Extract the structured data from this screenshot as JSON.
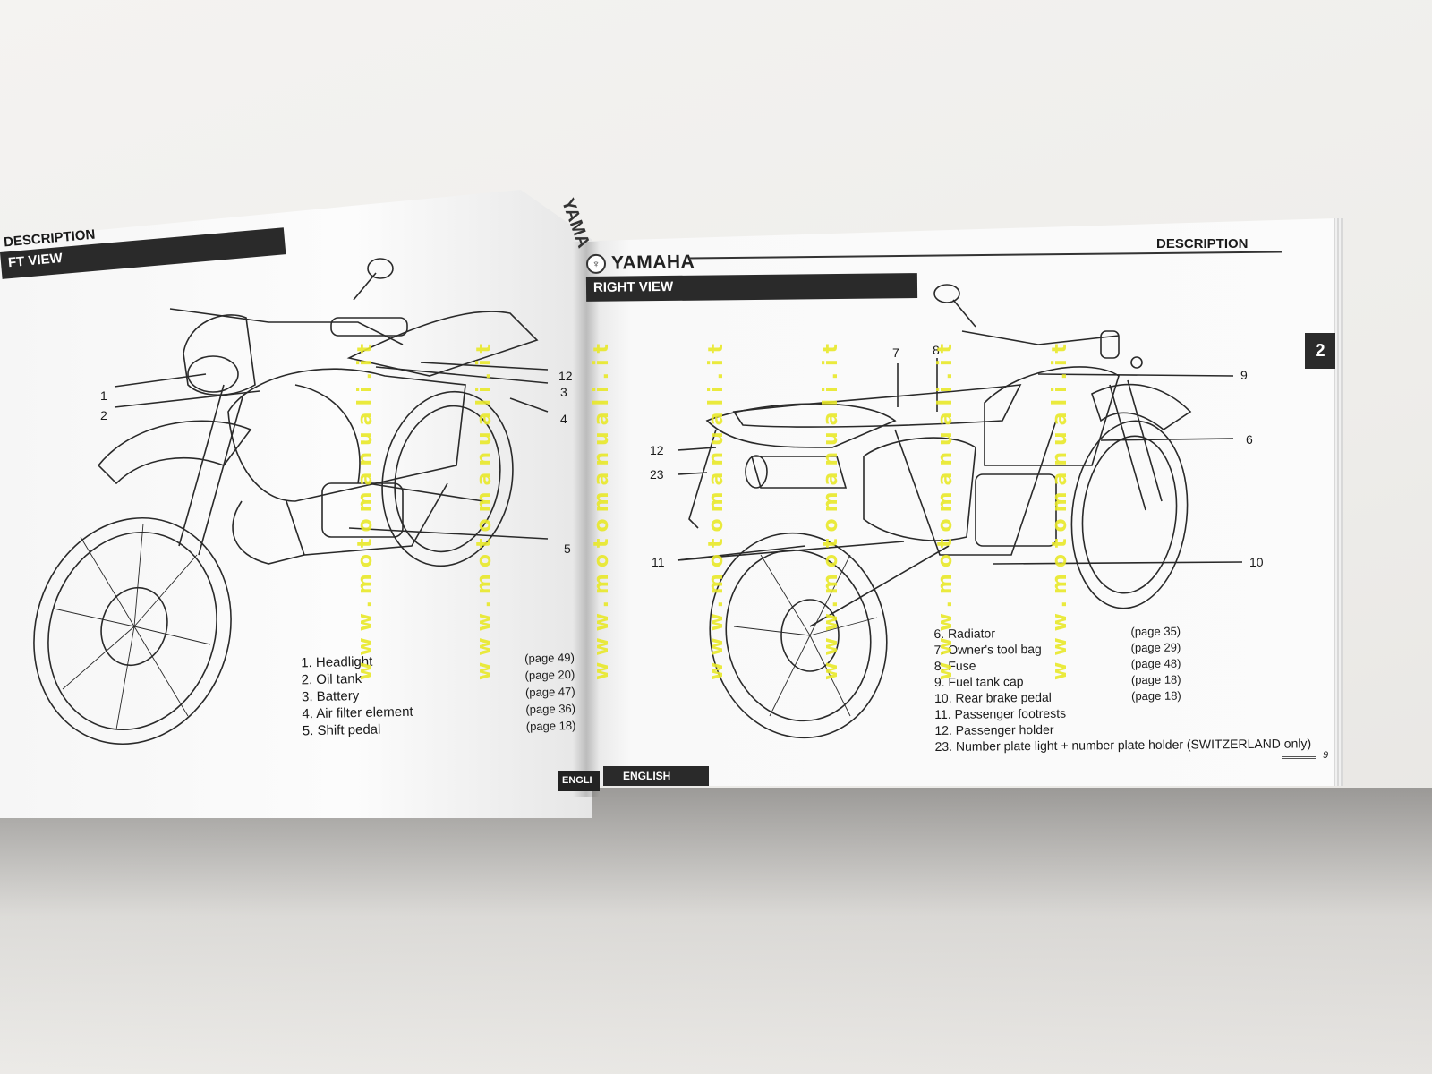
{
  "left_page": {
    "section_header": "DESCRIPTION",
    "view_title": "FT VIEW",
    "brand_fragment": "YAMA",
    "footer_language": "ENGLI",
    "callouts": [
      "1",
      "2",
      "12",
      "3",
      "4",
      "5"
    ],
    "parts": [
      {
        "label": "1. Headlight",
        "page": "(page 49)"
      },
      {
        "label": "2. Oil tank",
        "page": "(page 20)"
      },
      {
        "label": "3. Battery",
        "page": "(page 47)"
      },
      {
        "label": "4. Air filter element",
        "page": "(page 36)"
      },
      {
        "label": "5. Shift pedal",
        "page": "(page 18)"
      }
    ]
  },
  "right_page": {
    "brand": "YAMAHA",
    "section_header": "DESCRIPTION",
    "view_title": "RIGHT VIEW",
    "chapter_tab": "2",
    "footer_language": "ENGLISH",
    "page_number": "9",
    "callouts": [
      "7",
      "8",
      "9",
      "6",
      "12",
      "23",
      "11",
      "10"
    ],
    "parts": [
      {
        "label": "6. Radiator",
        "page": "(page 35)"
      },
      {
        "label": "7. Owner's tool bag",
        "page": "(page 29)"
      },
      {
        "label": "8. Fuse",
        "page": "(page 48)"
      },
      {
        "label": "9. Fuel tank cap",
        "page": "(page 18)"
      },
      {
        "label": "10. Rear brake pedal",
        "page": "(page 18)"
      },
      {
        "label": "11. Passenger footrests",
        "page": ""
      },
      {
        "label": "12. Passenger holder",
        "page": ""
      },
      {
        "label": "23. Number plate light + number plate holder (SWITZERLAND only)",
        "page": ""
      }
    ]
  },
  "watermark": "www.motomanuali.it",
  "colors": {
    "watermark": "#e8e828",
    "ink": "#1a1a1a",
    "bar": "#2a2a2a"
  }
}
